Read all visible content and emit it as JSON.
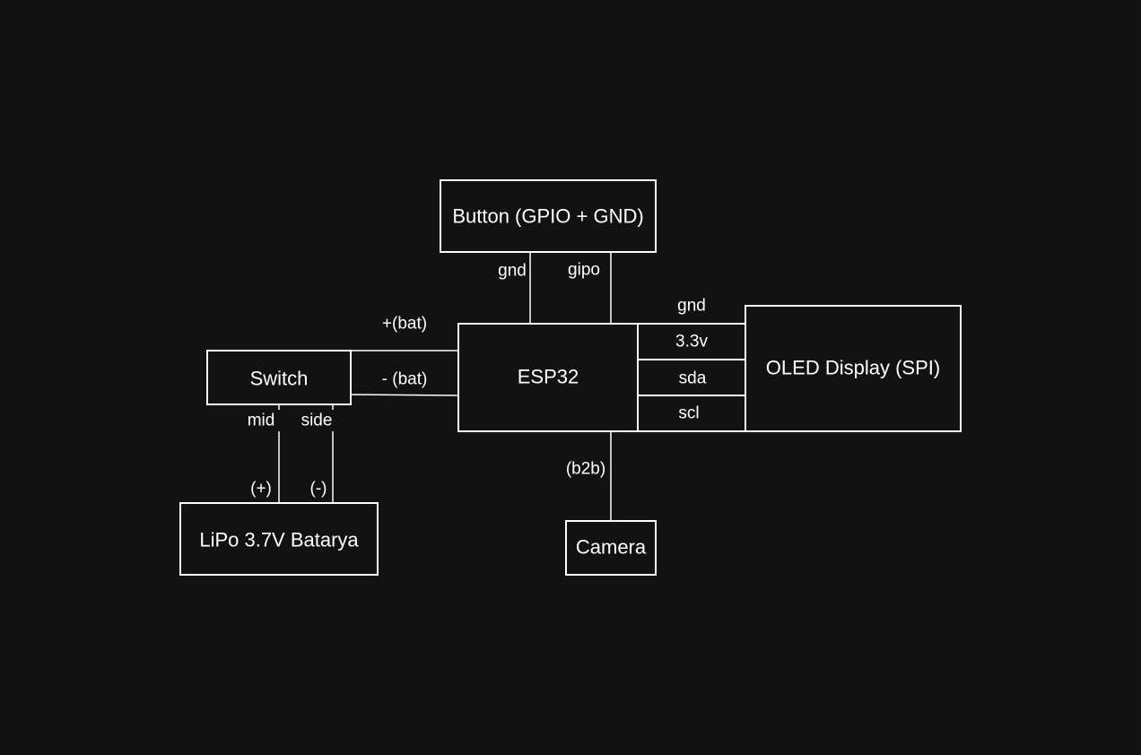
{
  "diagram": {
    "background": "#121212",
    "line_color": "#ffffff",
    "blocks": {
      "button": "Button (GPIO + GND)",
      "esp32": "ESP32",
      "oled": "OLED Display (SPI)",
      "switch": "Switch",
      "battery": "LiPo 3.7V Batarya",
      "camera": "Camera"
    },
    "esp_oled_pins": {
      "pin_33v": "3.3v",
      "pin_sda": "sda",
      "pin_scl": "scl"
    },
    "wire_labels": {
      "button_gnd": "gnd",
      "button_gpio": "gipo",
      "oled_gnd": "gnd",
      "bat_plus": "+(bat)",
      "bat_minus": "- (bat)",
      "switch_mid": "mid",
      "switch_side": "side",
      "battery_plus": "(+)",
      "battery_minus": "(-)",
      "camera_b2b": "(b2b)"
    }
  }
}
